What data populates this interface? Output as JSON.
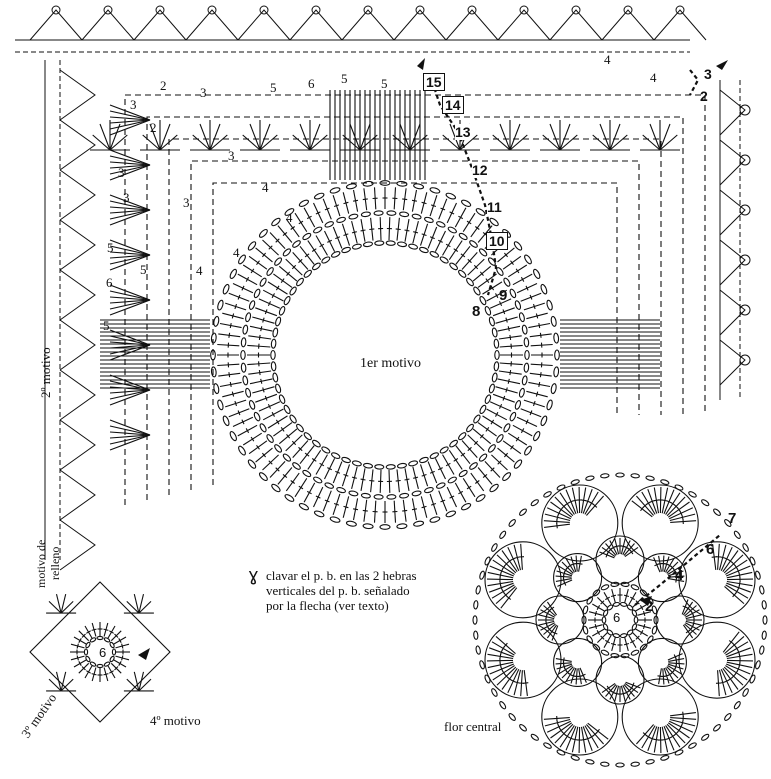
{
  "labels": {
    "motif1": "1er motivo",
    "motif2": "2º motivo",
    "motif3": "3º motivo",
    "motif4": "4º motivo",
    "filler_line1": "motivo de",
    "filler_line2": "relleno",
    "central_flower": "flor central"
  },
  "note": {
    "line1": "clavar el p. b. en las 2 hebras",
    "line2": "verticales del p. b. señalado",
    "line3": "por la flecha (ver texto)"
  },
  "round_numbers_main": [
    "8",
    "9",
    "10",
    "11",
    "12",
    "13",
    "14",
    "15"
  ],
  "round_numbers_corner": [
    "2",
    "3"
  ],
  "round_numbers_flower": [
    "2",
    "4",
    "6",
    "7"
  ],
  "center_numbers": {
    "flower": "6",
    "filler": "6"
  },
  "row_numbers_side": [
    "2",
    "3",
    "3",
    "3",
    "3",
    "4",
    "5",
    "5",
    "6",
    "5",
    "4",
    "4",
    "4"
  ],
  "row_numbers_top": [
    "2",
    "3",
    "3",
    "4",
    "5",
    "6",
    "4",
    "5",
    "5"
  ],
  "colors": {
    "ink": "#111111",
    "paper": "#ffffff"
  }
}
